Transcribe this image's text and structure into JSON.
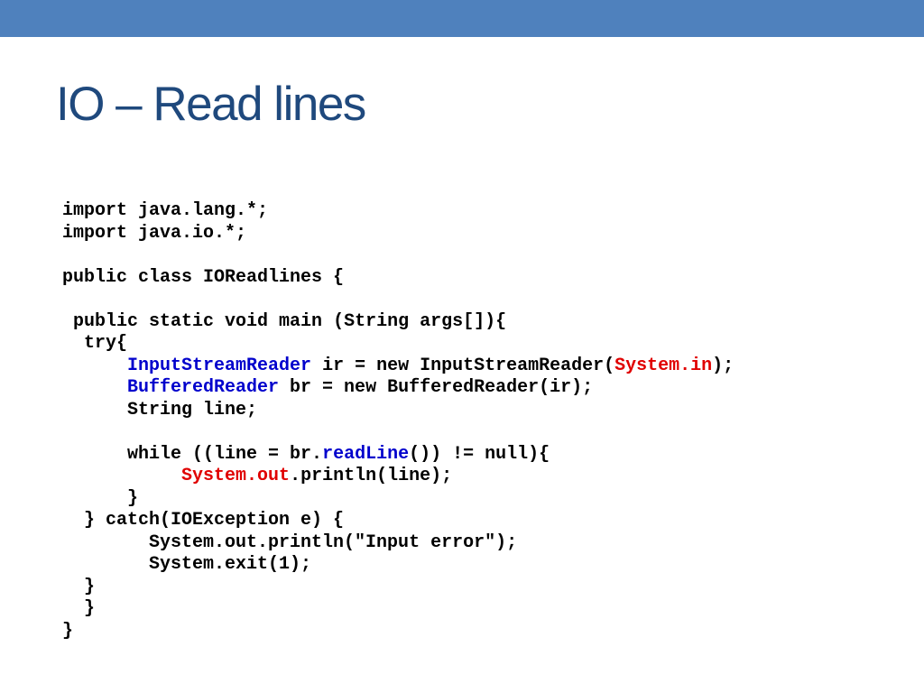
{
  "slide": {
    "title": "IO – Read lines",
    "colors": {
      "top_bar": "#4f81bd",
      "title": "#1f497d",
      "code_text": "#000000",
      "class_highlight": "#0000cc",
      "system_highlight": "#e00000"
    },
    "code_lines": [
      {
        "indent": "",
        "segments": [
          {
            "text": "import java.lang.*;",
            "color": "#000000"
          }
        ]
      },
      {
        "indent": "",
        "segments": [
          {
            "text": "import java.io.*;",
            "color": "#000000"
          }
        ]
      },
      {
        "indent": "",
        "segments": []
      },
      {
        "indent": "",
        "segments": [
          {
            "text": "public class IOReadlines {",
            "color": "#000000"
          }
        ]
      },
      {
        "indent": "",
        "segments": []
      },
      {
        "indent": " ",
        "segments": [
          {
            "text": "public static void main (String args[]){",
            "color": "#000000"
          }
        ]
      },
      {
        "indent": "  ",
        "segments": [
          {
            "text": "try{",
            "color": "#000000"
          }
        ]
      },
      {
        "indent": "      ",
        "segments": [
          {
            "text": "InputStreamReader",
            "color": "#0000cc"
          },
          {
            "text": " ir = new InputStreamReader(",
            "color": "#000000"
          },
          {
            "text": "System.in",
            "color": "#e00000"
          },
          {
            "text": ");",
            "color": "#000000"
          }
        ]
      },
      {
        "indent": "      ",
        "segments": [
          {
            "text": "BufferedReader",
            "color": "#0000cc"
          },
          {
            "text": " br = new BufferedReader(ir);",
            "color": "#000000"
          }
        ]
      },
      {
        "indent": "      ",
        "segments": [
          {
            "text": "String line;",
            "color": "#000000"
          }
        ]
      },
      {
        "indent": "",
        "segments": []
      },
      {
        "indent": "      ",
        "segments": [
          {
            "text": "while ((line = br.",
            "color": "#000000"
          },
          {
            "text": "readLine",
            "color": "#0000cc"
          },
          {
            "text": "()) != null){",
            "color": "#000000"
          }
        ]
      },
      {
        "indent": "           ",
        "segments": [
          {
            "text": "System.out",
            "color": "#e00000"
          },
          {
            "text": ".println(line);",
            "color": "#000000"
          }
        ]
      },
      {
        "indent": "      ",
        "segments": [
          {
            "text": "}",
            "color": "#000000"
          }
        ]
      },
      {
        "indent": "  ",
        "segments": [
          {
            "text": "} catch(IOException e) {",
            "color": "#000000"
          }
        ]
      },
      {
        "indent": "        ",
        "segments": [
          {
            "text": "System.out.println(\"Input error\");",
            "color": "#000000"
          }
        ]
      },
      {
        "indent": "        ",
        "segments": [
          {
            "text": "System.exit(1);",
            "color": "#000000"
          }
        ]
      },
      {
        "indent": "  ",
        "segments": [
          {
            "text": "}",
            "color": "#000000"
          }
        ]
      },
      {
        "indent": "  ",
        "segments": [
          {
            "text": "}",
            "color": "#000000"
          }
        ]
      },
      {
        "indent": "",
        "segments": [
          {
            "text": "}",
            "color": "#000000"
          }
        ]
      }
    ]
  }
}
